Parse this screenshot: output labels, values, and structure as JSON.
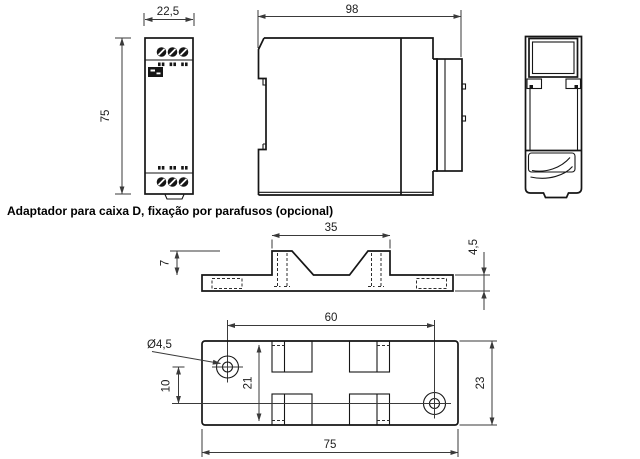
{
  "caption": "Adaptador para caixa D, fixação por parafusos (opcional)",
  "front_view": {
    "width": "22,5",
    "height": "75"
  },
  "side_view": {
    "depth": "98"
  },
  "adapter_profile": {
    "slot_width": "35",
    "tab_height": "7",
    "base_thickness": "4,5"
  },
  "adapter_plan": {
    "hole_spacing": "60",
    "hole_diameter": "Ø4,5",
    "hole_offset": "10",
    "inner_span": "21",
    "width": "23",
    "length": "75"
  },
  "colors": {
    "background": "#ffffff",
    "part_line": "#161616",
    "dimension_line": "#3a3a3a"
  }
}
